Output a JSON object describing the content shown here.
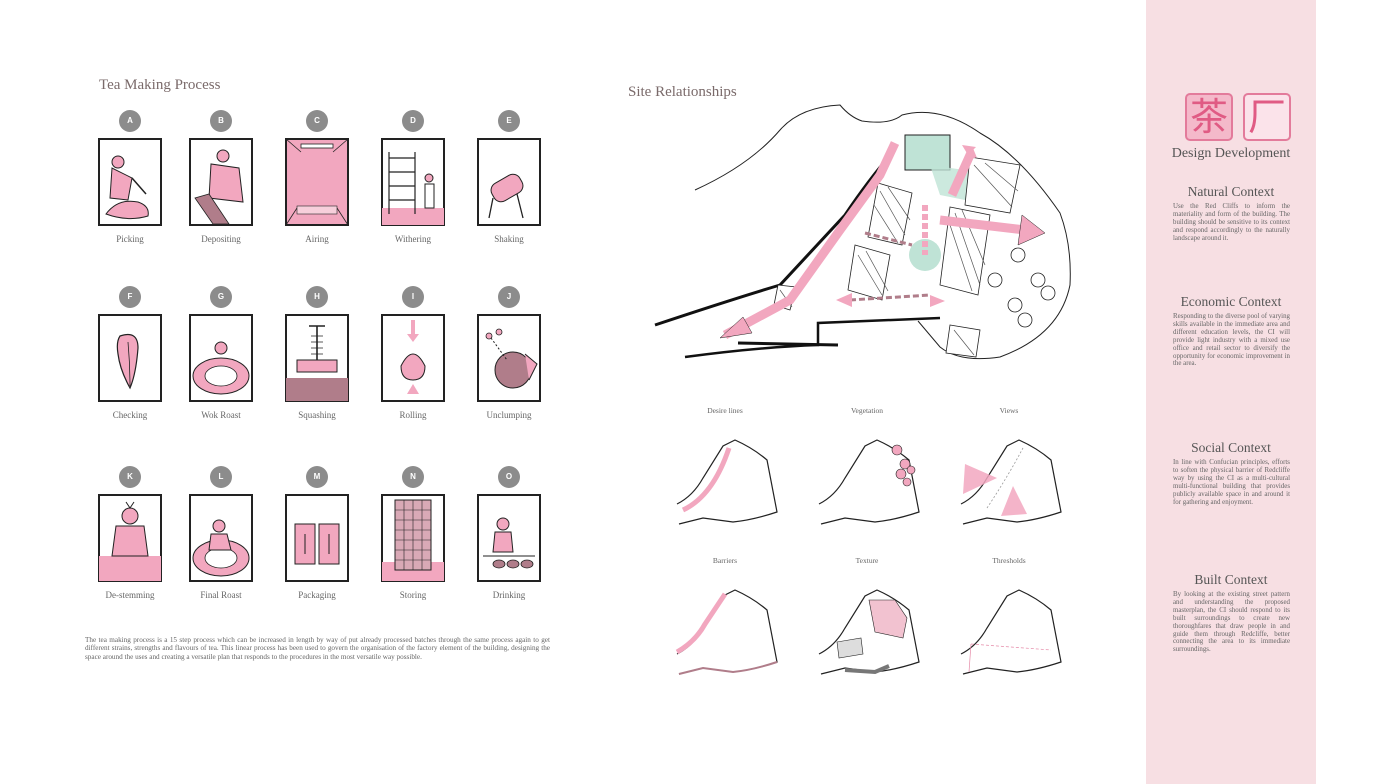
{
  "tea_section": {
    "title": "Tea Making Process",
    "steps": [
      {
        "letter": "A",
        "label": "Picking"
      },
      {
        "letter": "B",
        "label": "Depositing"
      },
      {
        "letter": "C",
        "label": "Airing"
      },
      {
        "letter": "D",
        "label": "Withering"
      },
      {
        "letter": "E",
        "label": "Shaking"
      },
      {
        "letter": "F",
        "label": "Checking"
      },
      {
        "letter": "G",
        "label": "Wok Roast"
      },
      {
        "letter": "H",
        "label": "Squashing"
      },
      {
        "letter": "I",
        "label": "Rolling"
      },
      {
        "letter": "J",
        "label": "Unclumping"
      },
      {
        "letter": "K",
        "label": "De-stemming"
      },
      {
        "letter": "L",
        "label": "Final Roast"
      },
      {
        "letter": "M",
        "label": "Packaging"
      },
      {
        "letter": "N",
        "label": "Storing"
      },
      {
        "letter": "O",
        "label": "Drinking"
      }
    ],
    "description": "The tea making process is a 15 step process which can be increased in length by way of put already processed batches through the same process again to get different strains, strengths and flavours of tea. This linear process has been used to govern the organisation of the factory element of the building, designing the space around the uses and creating a versatile plan that responds to the procedures in the most versatile way possible."
  },
  "site_section": {
    "title": "Site Relationships",
    "diagrams": [
      "Desire lines",
      "Vegetation",
      "Views",
      "Barriers",
      "Texture",
      "Thresholds"
    ]
  },
  "panel": {
    "logo_chars": [
      "茶",
      "厂"
    ],
    "title": "Design Development",
    "contexts": [
      {
        "title": "Natural Context",
        "text": "Use the Red Cliffs to inform the materiality and form of the building. The building should be sensitive to its context and respond accordingly to the naturally landscape around it."
      },
      {
        "title": "Economic Context",
        "text": "Responding to the diverse pool of varying skills available in the immediate area and different education levels, the CI will provide light industry with a mixed use office and retail sector to diversify the opportunity for economic improvement in the area."
      },
      {
        "title": "Social Context",
        "text": "In line with Confucian principles, efforts to soften the physical barrier of Redcliffe way by using the CI as a multi-cultural multi-functional building that provides publicly available space in and around it for gathering and enjoyment."
      },
      {
        "title": "Built Context",
        "text": "By looking at the existing street pattern and understanding the proposed masterplan, the CI should respond to its built surroundings to create new thoroughfares that draw people in and guide them through Redcliffe, better connecting the area to its immediate surroundings."
      }
    ]
  },
  "colors": {
    "pink": "#f2a7bf",
    "mauve": "#b07d8a",
    "mint": "#bfe3d6",
    "badge": "#8c8c8c",
    "panel": "#f7dfe3"
  }
}
